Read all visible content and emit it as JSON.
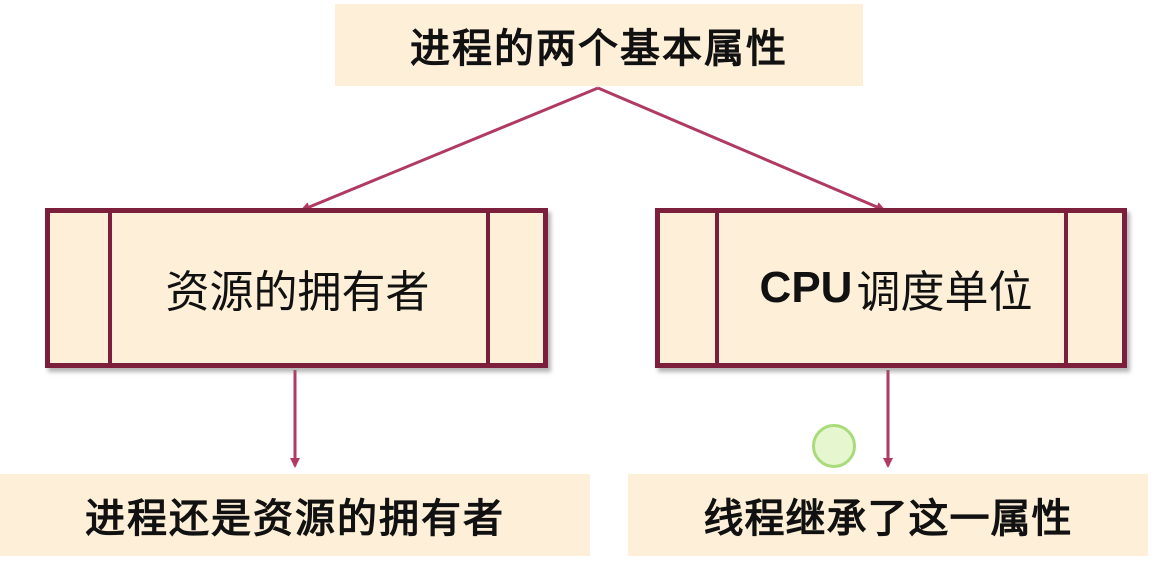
{
  "title": "进程的两个基本属性",
  "nodes": {
    "left": {
      "text": "资源的拥有者"
    },
    "right": {
      "prefix": "CPU",
      "text": "调度单位"
    }
  },
  "results": {
    "left": "进程还是资源的拥有者",
    "right": "线程继承了这一属性"
  },
  "colors": {
    "box_fill": "#FDEFD8",
    "border": "#7B1F3C",
    "arrow": "#B03A62",
    "pointer": "#A9DB7A"
  }
}
